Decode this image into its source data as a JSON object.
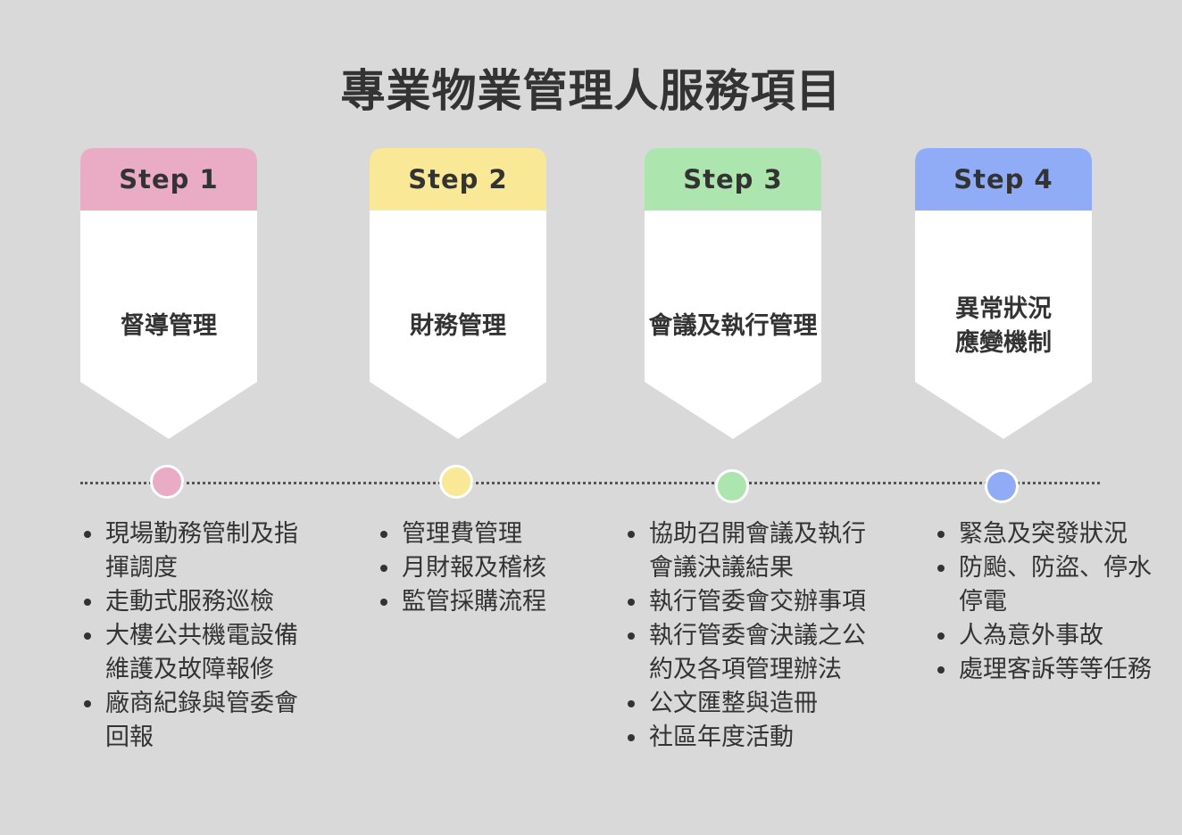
{
  "title": "專業物業管理人服務項目",
  "steps": [
    {
      "label": "Step 1",
      "title": "督導管理",
      "color": "#eaabc5",
      "items": [
        "現場勤務管制及指揮調度",
        "走動式服務巡檢",
        "大樓公共機電設備維護及故障報修",
        "廠商紀錄與管委會回報"
      ]
    },
    {
      "label": "Step 2",
      "title": "財務管理",
      "color": "#f9e896",
      "items": [
        "管理費管理",
        "月財報及稽核",
        "監管採購流程"
      ]
    },
    {
      "label": "Step 3",
      "title": "會議及執行管理",
      "color": "#ace5ae",
      "items": [
        "協助召開會議及執行會議決議結果",
        "執行管委會交辦事項",
        "執行管委會決議之公約及各項管理辦法",
        "公文匯整與造冊",
        "社區年度活動"
      ]
    },
    {
      "label": "Step 4",
      "title": "異常狀況\n應變機制",
      "color": "#90acf7",
      "items": [
        "緊急及突發狀況",
        "防颱、防盜、停水停電",
        "人為意外事故",
        "處理客訴等等任務"
      ]
    }
  ]
}
